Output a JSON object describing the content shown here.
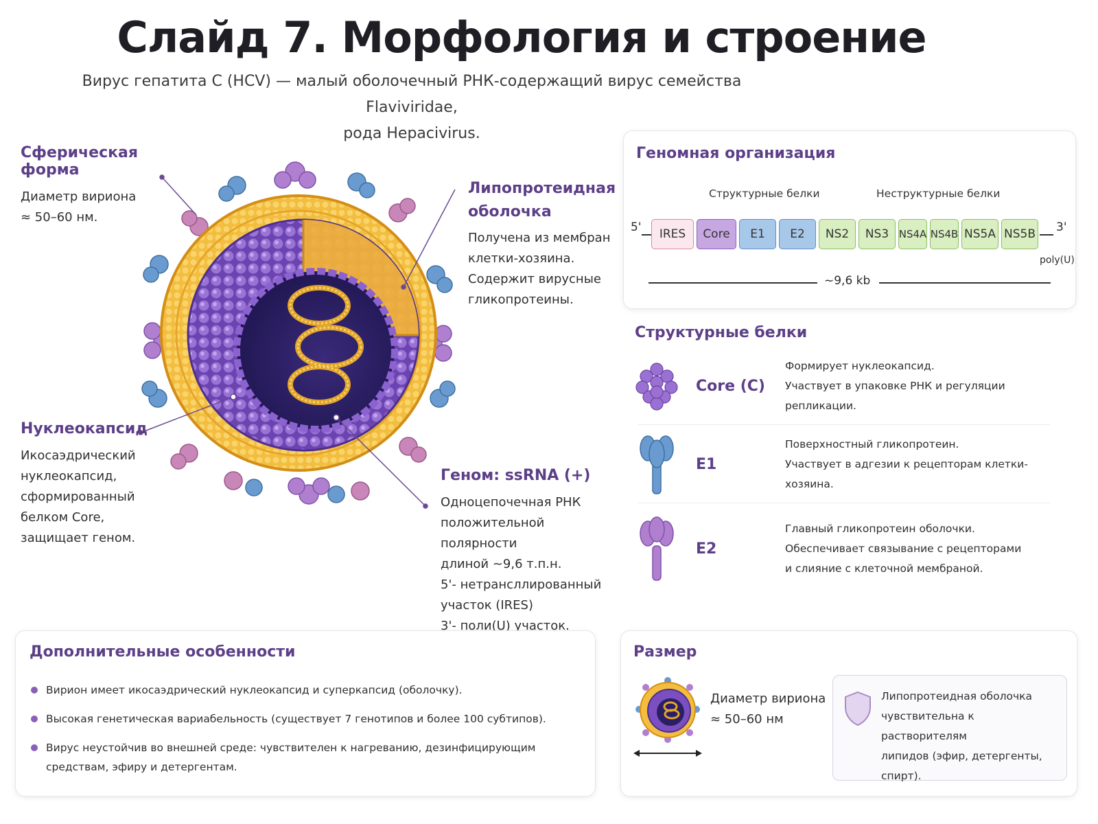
{
  "header": {
    "title": "Слайд 7. Морфология и строение",
    "subtitle_line1": "Вирус гепатита С (HCV) — малый оболочечный РНК-содержащий вирус семейства Flaviviridae,",
    "subtitle_line2": "рода Hepacivirus."
  },
  "labels": {
    "spherical": {
      "heading": "Сферическая форма",
      "line1": "Диаметр вириона",
      "line2": "≈ 50–60 нм."
    },
    "envelope": {
      "heading1": "Липопротеидная",
      "heading2": "оболочка",
      "lines": [
        "Получена из мембран",
        "клетки-хозяина.",
        "Содержит вирусные",
        "гликопротеины."
      ]
    },
    "nucleocapsid": {
      "heading": "Нуклеокапсид",
      "lines": [
        "Икосаэдрический",
        "нуклеокапсид,",
        "сформированный",
        "белком Core,",
        "защищает геном."
      ]
    },
    "genome": {
      "heading": "Геном: ssRNA (+)",
      "lines": [
        "Одноцепочечная РНК",
        "положительной полярности",
        "длиной ~9,6 т.п.н.",
        "5'- нетрансллированный",
        "участок (IRES)",
        "3'- поли(U) участок."
      ]
    }
  },
  "genome_panel": {
    "title": "Геномная организация",
    "structural_label": "Структурные белки",
    "nonstructural_label": "Неструктурные белки",
    "five_prime": "5'",
    "three_prime": "3'",
    "poly_u": "poly(U)",
    "length": "~9,6 kb",
    "segments": [
      "IRES",
      "Core",
      "E1",
      "E2",
      "NS2",
      "NS3",
      "NS4A",
      "NS4B",
      "NS5A",
      "NS5B"
    ]
  },
  "structural_proteins": {
    "title": "Структурные белки",
    "items": [
      {
        "name": "Core (C)",
        "line1": "Формирует нуклеокапсид.",
        "line2": "Участвует в упаковке РНК и регуляции репликации.",
        "line3": ""
      },
      {
        "name": "E1",
        "line1": "Поверхностный гликопротеин.",
        "line2": "Участвует в адгезии к рецепторам клетки-хозяина.",
        "line3": ""
      },
      {
        "name": "E2",
        "line1": "Главный гликопротеин оболочки.",
        "line2": "Обеспечивает связывание с рецепторами",
        "line3": "и слияние с клеточной мембраной."
      }
    ]
  },
  "features": {
    "title": "Дополнительные особенности",
    "items": [
      "Вирион имеет икосаэдрический нуклеокапсид и суперкапсид (оболочку).",
      "Высокая генетическая вариабельность (существует 7 генотипов и более 100 субтипов).",
      "Вирус неустойчив во внешней среде: чувствителен к нагреванию, дезинфицирующим средствам, эфиру и детергентам."
    ]
  },
  "size_panel": {
    "title": "Размер",
    "line1": "Диаметр вириона",
    "line2": "≈ 50–60 нм",
    "note_lines": [
      "Липопротеидная оболочка",
      "чувствительна к растворителям",
      "липидов (эфир, детергенты,",
      "спирт)."
    ]
  },
  "colors": {
    "accent": "#5d3f88",
    "lipid": "#f0b93a",
    "capsid": "#7b4fc0",
    "spike_blue": "#6a9bd0",
    "spike_purple": "#b07fcf",
    "spike_pink": "#c986b8"
  }
}
